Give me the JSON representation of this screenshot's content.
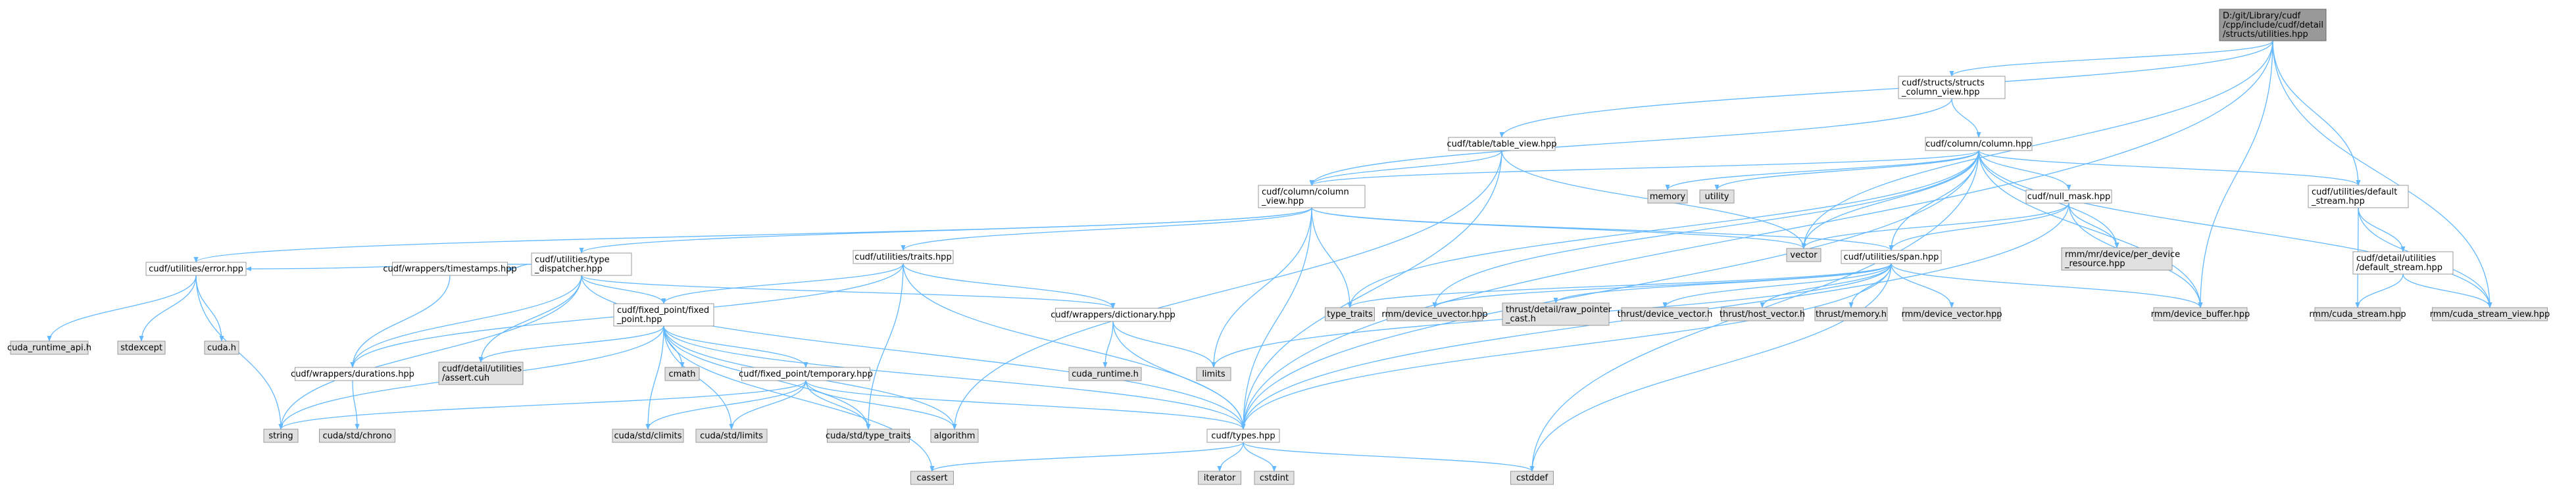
{
  "diagram": {
    "type": "include-dependency-graph",
    "colors": {
      "root_fill": "#999999",
      "node_fill": "#ffffff",
      "external_fill": "#e0e0e0",
      "border": "#999999",
      "edge": "#63b8ff"
    },
    "nodes": [
      {
        "id": "root",
        "lines": [
          "D:/git/Library/cudf",
          "/cpp/include/cudf/detail",
          "/structs/utilities.hpp"
        ],
        "style": "root"
      },
      {
        "id": "structs_column_view",
        "lines": [
          "cudf/structs/structs",
          "_column_view.hpp"
        ],
        "style": "normal"
      },
      {
        "id": "table_view",
        "lines": [
          "cudf/table/table_view.hpp"
        ],
        "style": "normal"
      },
      {
        "id": "column_hpp",
        "lines": [
          "cudf/column/column.hpp"
        ],
        "style": "normal"
      },
      {
        "id": "column_view",
        "lines": [
          "cudf/column/column",
          "_view.hpp"
        ],
        "style": "normal"
      },
      {
        "id": "memory",
        "lines": [
          "memory"
        ],
        "style": "ext"
      },
      {
        "id": "utility",
        "lines": [
          "utility"
        ],
        "style": "ext"
      },
      {
        "id": "null_mask",
        "lines": [
          "cudf/null_mask.hpp"
        ],
        "style": "normal"
      },
      {
        "id": "default_stream",
        "lines": [
          "cudf/utilities/default",
          "_stream.hpp"
        ],
        "style": "normal"
      },
      {
        "id": "type_dispatcher",
        "lines": [
          "cudf/utilities/type",
          "_dispatcher.hpp"
        ],
        "style": "normal"
      },
      {
        "id": "traits",
        "lines": [
          "cudf/utilities/traits.hpp"
        ],
        "style": "normal"
      },
      {
        "id": "vector",
        "lines": [
          "vector"
        ],
        "style": "ext"
      },
      {
        "id": "per_device_resource",
        "lines": [
          "rmm/mr/device/per_device",
          "_resource.hpp"
        ],
        "style": "ext"
      },
      {
        "id": "span",
        "lines": [
          "cudf/utilities/span.hpp"
        ],
        "style": "normal"
      },
      {
        "id": "detail_default_stream",
        "lines": [
          "cudf/detail/utilities",
          "/default_stream.hpp"
        ],
        "style": "normal"
      },
      {
        "id": "error",
        "lines": [
          "cudf/utilities/error.hpp"
        ],
        "style": "normal"
      },
      {
        "id": "timestamps",
        "lines": [
          "cudf/wrappers/timestamps.hpp"
        ],
        "style": "normal"
      },
      {
        "id": "fixed_point",
        "lines": [
          "cudf/fixed_point/fixed",
          "_point.hpp"
        ],
        "style": "normal"
      },
      {
        "id": "dictionary",
        "lines": [
          "cudf/wrappers/dictionary.hpp"
        ],
        "style": "normal"
      },
      {
        "id": "type_traits",
        "lines": [
          "type_traits"
        ],
        "style": "ext"
      },
      {
        "id": "device_uvector",
        "lines": [
          "rmm/device_uvector.hpp"
        ],
        "style": "ext"
      },
      {
        "id": "raw_pointer_cast",
        "lines": [
          "thrust/detail/raw_pointer",
          "_cast.h"
        ],
        "style": "ext"
      },
      {
        "id": "thrust_device_vector",
        "lines": [
          "thrust/device_vector.h"
        ],
        "style": "ext"
      },
      {
        "id": "thrust_host_vector",
        "lines": [
          "thrust/host_vector.h"
        ],
        "style": "ext"
      },
      {
        "id": "thrust_memory",
        "lines": [
          "thrust/memory.h"
        ],
        "style": "ext"
      },
      {
        "id": "rmm_device_vector",
        "lines": [
          "rmm/device_vector.hpp"
        ],
        "style": "ext"
      },
      {
        "id": "device_buffer",
        "lines": [
          "rmm/device_buffer.hpp"
        ],
        "style": "ext"
      },
      {
        "id": "cuda_stream",
        "lines": [
          "rmm/cuda_stream.hpp"
        ],
        "style": "ext"
      },
      {
        "id": "cuda_stream_view",
        "lines": [
          "rmm/cuda_stream_view.hpp"
        ],
        "style": "ext"
      },
      {
        "id": "cuda_runtime_api",
        "lines": [
          "cuda_runtime_api.h"
        ],
        "style": "ext"
      },
      {
        "id": "stdexcept",
        "lines": [
          "stdexcept"
        ],
        "style": "ext"
      },
      {
        "id": "cuda_h",
        "lines": [
          "cuda.h"
        ],
        "style": "ext"
      },
      {
        "id": "durations",
        "lines": [
          "cudf/wrappers/durations.hpp"
        ],
        "style": "normal"
      },
      {
        "id": "assert_cuh",
        "lines": [
          "cudf/detail/utilities",
          "/assert.cuh"
        ],
        "style": "ext"
      },
      {
        "id": "cmath",
        "lines": [
          "cmath"
        ],
        "style": "ext"
      },
      {
        "id": "temporary",
        "lines": [
          "cudf/fixed_point/temporary.hpp"
        ],
        "style": "normal"
      },
      {
        "id": "cuda_runtime_h",
        "lines": [
          "cuda_runtime.h"
        ],
        "style": "ext"
      },
      {
        "id": "limits",
        "lines": [
          "limits"
        ],
        "style": "ext"
      },
      {
        "id": "string",
        "lines": [
          "string"
        ],
        "style": "ext"
      },
      {
        "id": "chrono",
        "lines": [
          "cuda/std/chrono"
        ],
        "style": "ext"
      },
      {
        "id": "climits",
        "lines": [
          "cuda/std/climits"
        ],
        "style": "ext"
      },
      {
        "id": "std_limits",
        "lines": [
          "cuda/std/limits"
        ],
        "style": "ext"
      },
      {
        "id": "std_type_traits",
        "lines": [
          "cuda/std/type_traits"
        ],
        "style": "ext"
      },
      {
        "id": "algorithm",
        "lines": [
          "algorithm"
        ],
        "style": "ext"
      },
      {
        "id": "types",
        "lines": [
          "cudf/types.hpp"
        ],
        "style": "normal"
      },
      {
        "id": "cassert",
        "lines": [
          "cassert"
        ],
        "style": "ext"
      },
      {
        "id": "iterator",
        "lines": [
          "iterator"
        ],
        "style": "ext"
      },
      {
        "id": "cstdint",
        "lines": [
          "cstdint"
        ],
        "style": "ext"
      },
      {
        "id": "cstddef",
        "lines": [
          "cstddef"
        ],
        "style": "ext"
      }
    ],
    "edges": [
      [
        "root",
        "structs_column_view"
      ],
      [
        "root",
        "table_view"
      ],
      [
        "root",
        "default_stream"
      ],
      [
        "root",
        "device_buffer"
      ],
      [
        "root",
        "cuda_stream_view"
      ],
      [
        "root",
        "types"
      ],
      [
        "root",
        "vector"
      ],
      [
        "structs_column_view",
        "column_hpp"
      ],
      [
        "structs_column_view",
        "column_view"
      ],
      [
        "table_view",
        "column_view"
      ],
      [
        "table_view",
        "types"
      ],
      [
        "table_view",
        "vector"
      ],
      [
        "table_view",
        "algorithm"
      ],
      [
        "column_hpp",
        "column_view"
      ],
      [
        "column_hpp",
        "memory"
      ],
      [
        "column_hpp",
        "utility"
      ],
      [
        "column_hpp",
        "null_mask"
      ],
      [
        "column_hpp",
        "default_stream"
      ],
      [
        "column_hpp",
        "vector"
      ],
      [
        "column_hpp",
        "per_device_resource"
      ],
      [
        "column_hpp",
        "span"
      ],
      [
        "column_hpp",
        "device_buffer"
      ],
      [
        "column_hpp",
        "cuda_stream_view"
      ],
      [
        "column_hpp",
        "types"
      ],
      [
        "column_hpp",
        "type_traits"
      ],
      [
        "column_hpp",
        "device_uvector"
      ],
      [
        "column_hpp",
        "cstddef"
      ],
      [
        "column_view",
        "type_dispatcher"
      ],
      [
        "column_view",
        "traits"
      ],
      [
        "column_view",
        "error"
      ],
      [
        "column_view",
        "span"
      ],
      [
        "column_view",
        "vector"
      ],
      [
        "column_view",
        "limits"
      ],
      [
        "column_view",
        "type_traits"
      ],
      [
        "column_view",
        "types"
      ],
      [
        "null_mask",
        "vector"
      ],
      [
        "null_mask",
        "span"
      ],
      [
        "null_mask",
        "per_device_resource"
      ],
      [
        "null_mask",
        "device_buffer"
      ],
      [
        "null_mask",
        "types"
      ],
      [
        "default_stream",
        "detail_default_stream"
      ],
      [
        "default_stream",
        "cuda_stream_view"
      ],
      [
        "default_stream",
        "cuda_stream"
      ],
      [
        "detail_default_stream",
        "cuda_stream"
      ],
      [
        "detail_default_stream",
        "cuda_stream_view"
      ],
      [
        "type_dispatcher",
        "error"
      ],
      [
        "type_dispatcher",
        "timestamps"
      ],
      [
        "type_dispatcher",
        "fixed_point"
      ],
      [
        "type_dispatcher",
        "dictionary"
      ],
      [
        "type_dispatcher",
        "durations"
      ],
      [
        "type_dispatcher",
        "assert_cuh"
      ],
      [
        "type_dispatcher",
        "string"
      ],
      [
        "type_dispatcher",
        "types"
      ],
      [
        "traits",
        "fixed_point"
      ],
      [
        "traits",
        "dictionary"
      ],
      [
        "traits",
        "durations"
      ],
      [
        "traits",
        "std_type_traits"
      ],
      [
        "traits",
        "types"
      ],
      [
        "span",
        "type_traits"
      ],
      [
        "span",
        "device_uvector"
      ],
      [
        "span",
        "raw_pointer_cast"
      ],
      [
        "span",
        "thrust_device_vector"
      ],
      [
        "span",
        "thrust_host_vector"
      ],
      [
        "span",
        "thrust_memory"
      ],
      [
        "span",
        "rmm_device_vector"
      ],
      [
        "span",
        "device_buffer"
      ],
      [
        "span",
        "limits"
      ],
      [
        "span",
        "types"
      ],
      [
        "span",
        "cstddef"
      ],
      [
        "error",
        "cuda_runtime_api"
      ],
      [
        "error",
        "stdexcept"
      ],
      [
        "error",
        "cuda_h"
      ],
      [
        "error",
        "string"
      ],
      [
        "timestamps",
        "durations"
      ],
      [
        "durations",
        "chrono"
      ],
      [
        "fixed_point",
        "temporary"
      ],
      [
        "fixed_point",
        "assert_cuh"
      ],
      [
        "fixed_point",
        "cmath"
      ],
      [
        "fixed_point",
        "climits"
      ],
      [
        "fixed_point",
        "std_limits"
      ],
      [
        "fixed_point",
        "std_type_traits"
      ],
      [
        "fixed_point",
        "algorithm"
      ],
      [
        "fixed_point",
        "string"
      ],
      [
        "fixed_point",
        "types"
      ],
      [
        "fixed_point",
        "cassert"
      ],
      [
        "temporary",
        "climits"
      ],
      [
        "temporary",
        "std_limits"
      ],
      [
        "temporary",
        "std_type_traits"
      ],
      [
        "temporary",
        "algorithm"
      ],
      [
        "temporary",
        "string"
      ],
      [
        "temporary",
        "types"
      ],
      [
        "dictionary",
        "cuda_runtime_h"
      ],
      [
        "dictionary",
        "limits"
      ],
      [
        "dictionary",
        "types"
      ],
      [
        "types",
        "cassert"
      ],
      [
        "types",
        "iterator"
      ],
      [
        "types",
        "cstdint"
      ],
      [
        "types",
        "cstddef"
      ]
    ]
  }
}
